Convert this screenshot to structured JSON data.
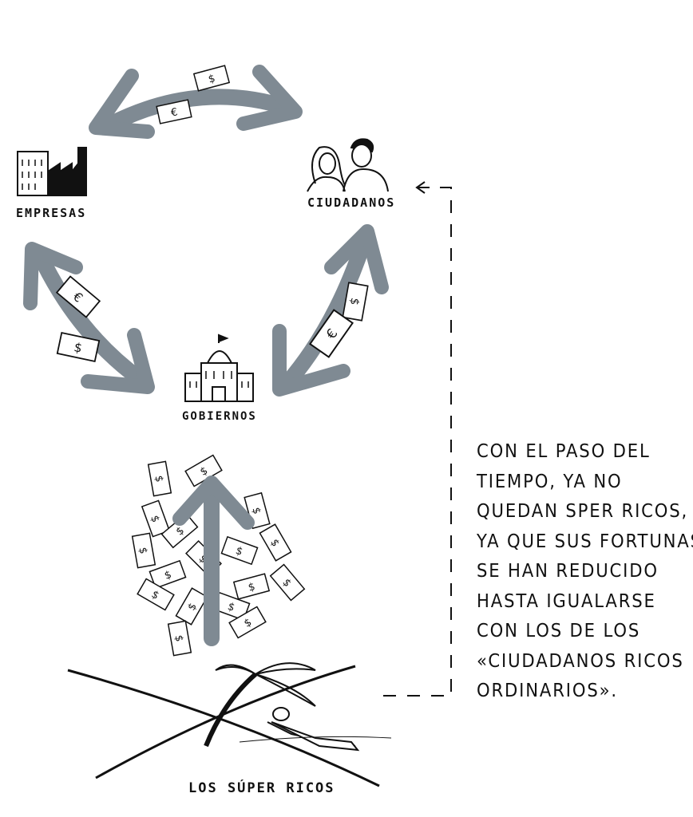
{
  "nodes": {
    "empresas": "EMPRESAS",
    "ciudadanos": "CIUDADANOS",
    "gobiernos": "GOBIERNOS",
    "super_ricos": "LOS SÚPER RICOS"
  },
  "caption": {
    "lines": [
      "CON EL PASO DEL",
      "TIEMPO, YA NO",
      "QUEDAN SPER RICOS,",
      "YA QUE SUS FORTUNAS",
      "SE HAN REDUCIDO",
      "HASTA IGUALARSE",
      "CON LOS DE LOS",
      "«CIUDADANOS RICOS",
      "ORDINARIOS»."
    ]
  },
  "colors": {
    "arrow": "#7f8a93",
    "ink": "#111111"
  },
  "icons": [
    "factory-icon",
    "people-icon",
    "government-building-icon",
    "banknote-icon",
    "palm-tree-icon",
    "sunbather-icon"
  ]
}
